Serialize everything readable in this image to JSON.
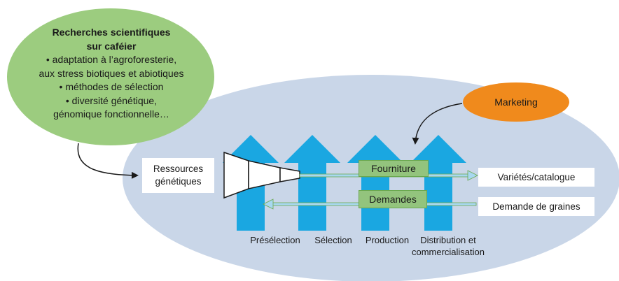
{
  "research": {
    "title_line1": "Recherches scientifiques",
    "title_line2": "sur caféier",
    "bullets": [
      "• adaptation à l’agroforesterie,",
      "aux stress biotiques et abiotiques",
      "• méthodes de sélection",
      "• diversité génétique,",
      "génomique fonctionnelle…"
    ]
  },
  "marketing": {
    "label": "Marketing"
  },
  "genetic_resources": {
    "line1": "Ressources",
    "line2": "génétiques"
  },
  "flows": {
    "supply": "Fourniture",
    "demands": "Demandes",
    "varieties": "Variétés/catalogue",
    "seed_demand": "Demande de graines"
  },
  "stages": {
    "preselection": "Présélection",
    "selection": "Sélection",
    "production": "Production",
    "distribution_line1": "Distribution et",
    "distribution_line2": "commercialisation"
  },
  "colors": {
    "big_ellipse": "#c9d6e8",
    "research_ellipse": "#9ccc7f",
    "marketing_ellipse": "#f08a1c",
    "arrow_blue": "#1aa7e1",
    "green_box": "#93c47d",
    "flow_line": "#a8d8f0"
  }
}
